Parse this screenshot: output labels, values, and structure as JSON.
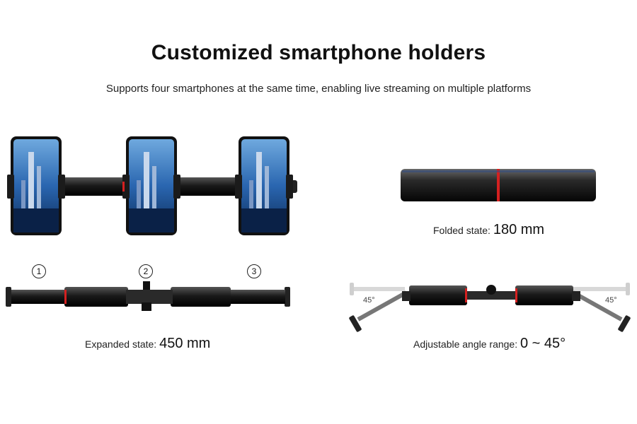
{
  "header": {
    "title": "Customized smartphone holders",
    "subtitle": "Supports four smartphones at the same time, enabling live streaming on multiple platforms"
  },
  "folded": {
    "label": "Folded state:",
    "value": "180 mm"
  },
  "expanded": {
    "label": "Expanded state:",
    "value": "450 mm"
  },
  "angle": {
    "label": "Adjustable angle range:",
    "value": "0 ~ 45°",
    "left_angle": "45°",
    "right_angle": "45°"
  },
  "segments": [
    "1",
    "2",
    "3"
  ],
  "colors": {
    "accent": "#d42020",
    "rod": "#1c1c1c",
    "sky": "#1f5fa8"
  }
}
